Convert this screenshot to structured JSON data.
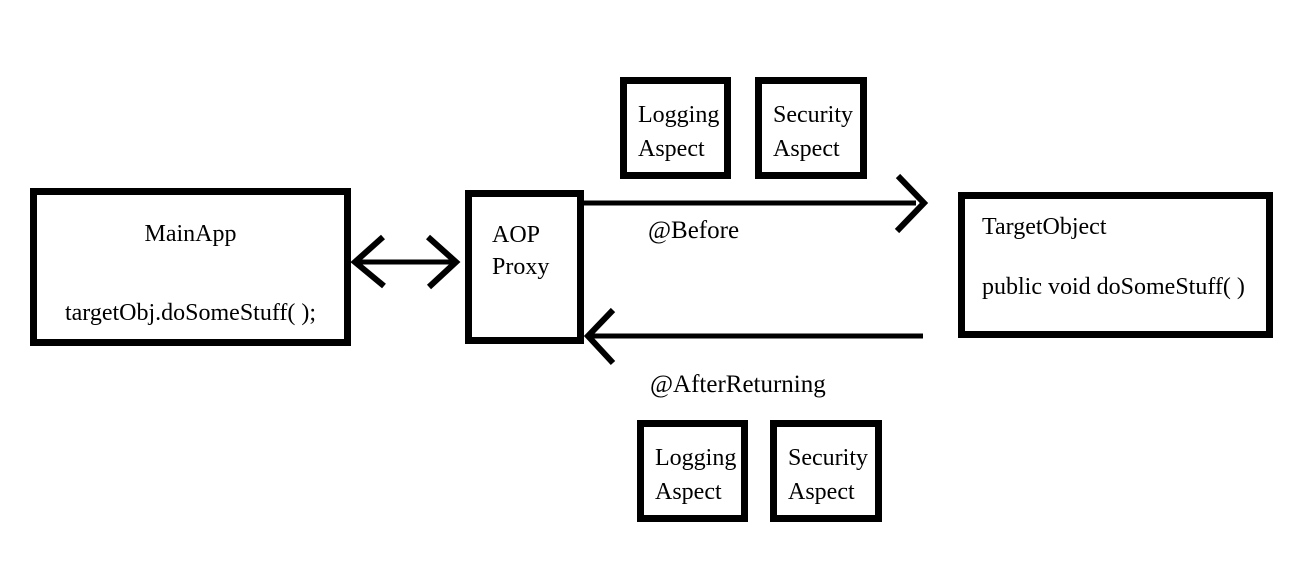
{
  "page": {
    "background": "#ffffff",
    "stroke_color": "#000000",
    "text_color": "#000000"
  },
  "nodes": {
    "main_app": {
      "title": "MainApp",
      "code": "targetObj.doSomeStuff( );"
    },
    "aop_proxy": {
      "lines": [
        "AOP",
        "Proxy"
      ]
    },
    "target_object": {
      "title": "TargetObject",
      "code": "public void doSomeStuff( )"
    },
    "top_aspects": [
      {
        "lines": [
          "Logging",
          "Aspect"
        ]
      },
      {
        "lines": [
          "Security",
          "Aspect"
        ]
      }
    ],
    "bottom_aspects": [
      {
        "lines": [
          "Logging",
          "Aspect"
        ]
      },
      {
        "lines": [
          "Security",
          "Aspect"
        ]
      }
    ]
  },
  "arrows": {
    "before": {
      "label": "@Before"
    },
    "after_returning": {
      "label": "@AfterReturning"
    }
  }
}
